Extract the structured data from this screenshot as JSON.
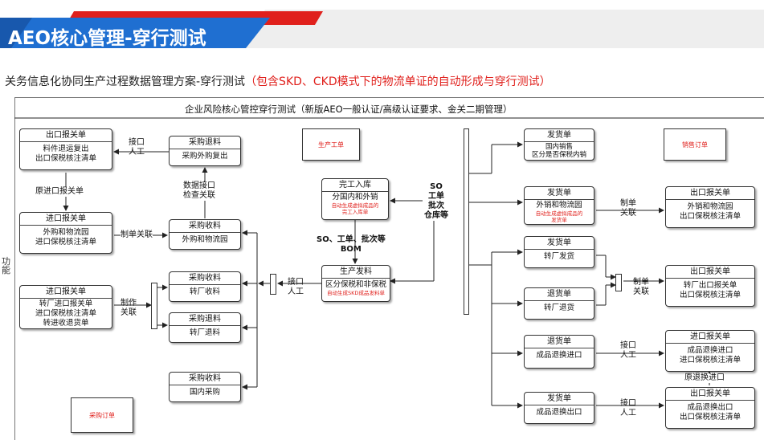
{
  "header": {
    "title": "AEO核心管理-穿行测试",
    "colors": {
      "blue": "#1f6fd1",
      "red": "#e0201c",
      "light": "#f0f0f0"
    }
  },
  "subtitle": {
    "main": "关务信息化协同生产过程数据管理方案-穿行测试",
    "paren": "（包含SKD、CKD模式下的物流单证的自动形成与穿行测试）"
  },
  "frame": {
    "title": "企业风险核心管控穿行测试（新版AEO一般认证/高级认证要求、金关二期管理）",
    "side_label": "功能"
  },
  "boxes": {
    "export_decl_1": {
      "header": "出口报关单",
      "lines": [
        "料件退运复出",
        "出口保税核注清单"
      ]
    },
    "purchase_return_1": {
      "header": "采购退料",
      "lines": [
        "采购外购复出"
      ]
    },
    "import_decl_1": {
      "header": "进口报关单",
      "lines": [
        "外购和物流园",
        "进口保税核注清单"
      ]
    },
    "purchase_receipt_1": {
      "header": "采购收料",
      "lines": [
        "外购和物流园"
      ]
    },
    "import_decl_2": {
      "header": "进口报关单",
      "lines": [
        "转厂进口报关单",
        "进口保税核注清单",
        "转进收退货单"
      ]
    },
    "purchase_receipt_2": {
      "header": "采购收料",
      "lines": [
        "转厂收料"
      ]
    },
    "purchase_return_2": {
      "header": "采购退料",
      "lines": [
        "转厂退料"
      ]
    },
    "purchase_receipt_3": {
      "header": "采购收料",
      "lines": [
        "国内采购"
      ]
    },
    "completion": {
      "header": "完工入库",
      "lines": [
        "分国内和外销"
      ],
      "red": [
        "自动生成虚拟成品的",
        "完工入库单"
      ]
    },
    "production_issue": {
      "header": "生产发料",
      "lines": [
        "区分保税和非保税"
      ],
      "red": [
        "自动生成SKD成品发料单"
      ]
    },
    "delivery_1": {
      "header": "发货单",
      "lines": [
        "国内销售",
        "区分是否保税内销"
      ]
    },
    "delivery_2": {
      "header": "发货单",
      "lines": [
        "外销和物流园"
      ],
      "red": [
        "自动生成虚拟成品的",
        "发货单"
      ]
    },
    "export_decl_2": {
      "header": "出口报关单",
      "lines": [
        "外销和物流园",
        "出口保税核注清单"
      ]
    },
    "delivery_3": {
      "header": "发货单",
      "lines": [
        "转厂发货"
      ]
    },
    "return_1": {
      "header": "退货单",
      "lines": [
        "转厂退货"
      ]
    },
    "export_decl_3": {
      "header": "出口报关单",
      "lines": [
        "转厂出口报关单",
        "出口保税核注清单"
      ]
    },
    "return_2": {
      "header": "退货单",
      "lines": [
        "成品退换进口"
      ]
    },
    "import_decl_3": {
      "header": "进口报关单",
      "lines": [
        "成品退换进口",
        "进口保税核注清单"
      ]
    },
    "delivery_4": {
      "header": "发货单",
      "lines": [
        "成品退换出口"
      ]
    },
    "export_decl_4": {
      "header": "出口报关单",
      "lines": [
        "成品退换出口",
        "出口保税核注清单"
      ]
    }
  },
  "notes": {
    "production_order": "生产工单",
    "sales_order": "销售订单",
    "purchase_order": "采购订单"
  },
  "labels": {
    "interface_manual_1": [
      "接口",
      "人工"
    ],
    "original_import": "原进口报关单",
    "data_interface": [
      "数据接口",
      "检查关联"
    ],
    "make_link_1": "制单关联",
    "make_link_2": [
      "制作",
      "关联"
    ],
    "interface_manual_2": [
      "接口",
      "人工"
    ],
    "so_bom": [
      "SO、工单、批次等",
      "BOM"
    ],
    "so_stack": [
      "SO",
      "工单",
      "批次",
      "仓库等"
    ],
    "make_link_3": [
      "制单",
      "关联"
    ],
    "make_link_4": [
      "制单",
      "关联"
    ],
    "interface_manual_3": [
      "接口",
      "人工"
    ],
    "interface_manual_4": [
      "接口",
      "人工"
    ],
    "original_return_import": "原退换进口"
  }
}
